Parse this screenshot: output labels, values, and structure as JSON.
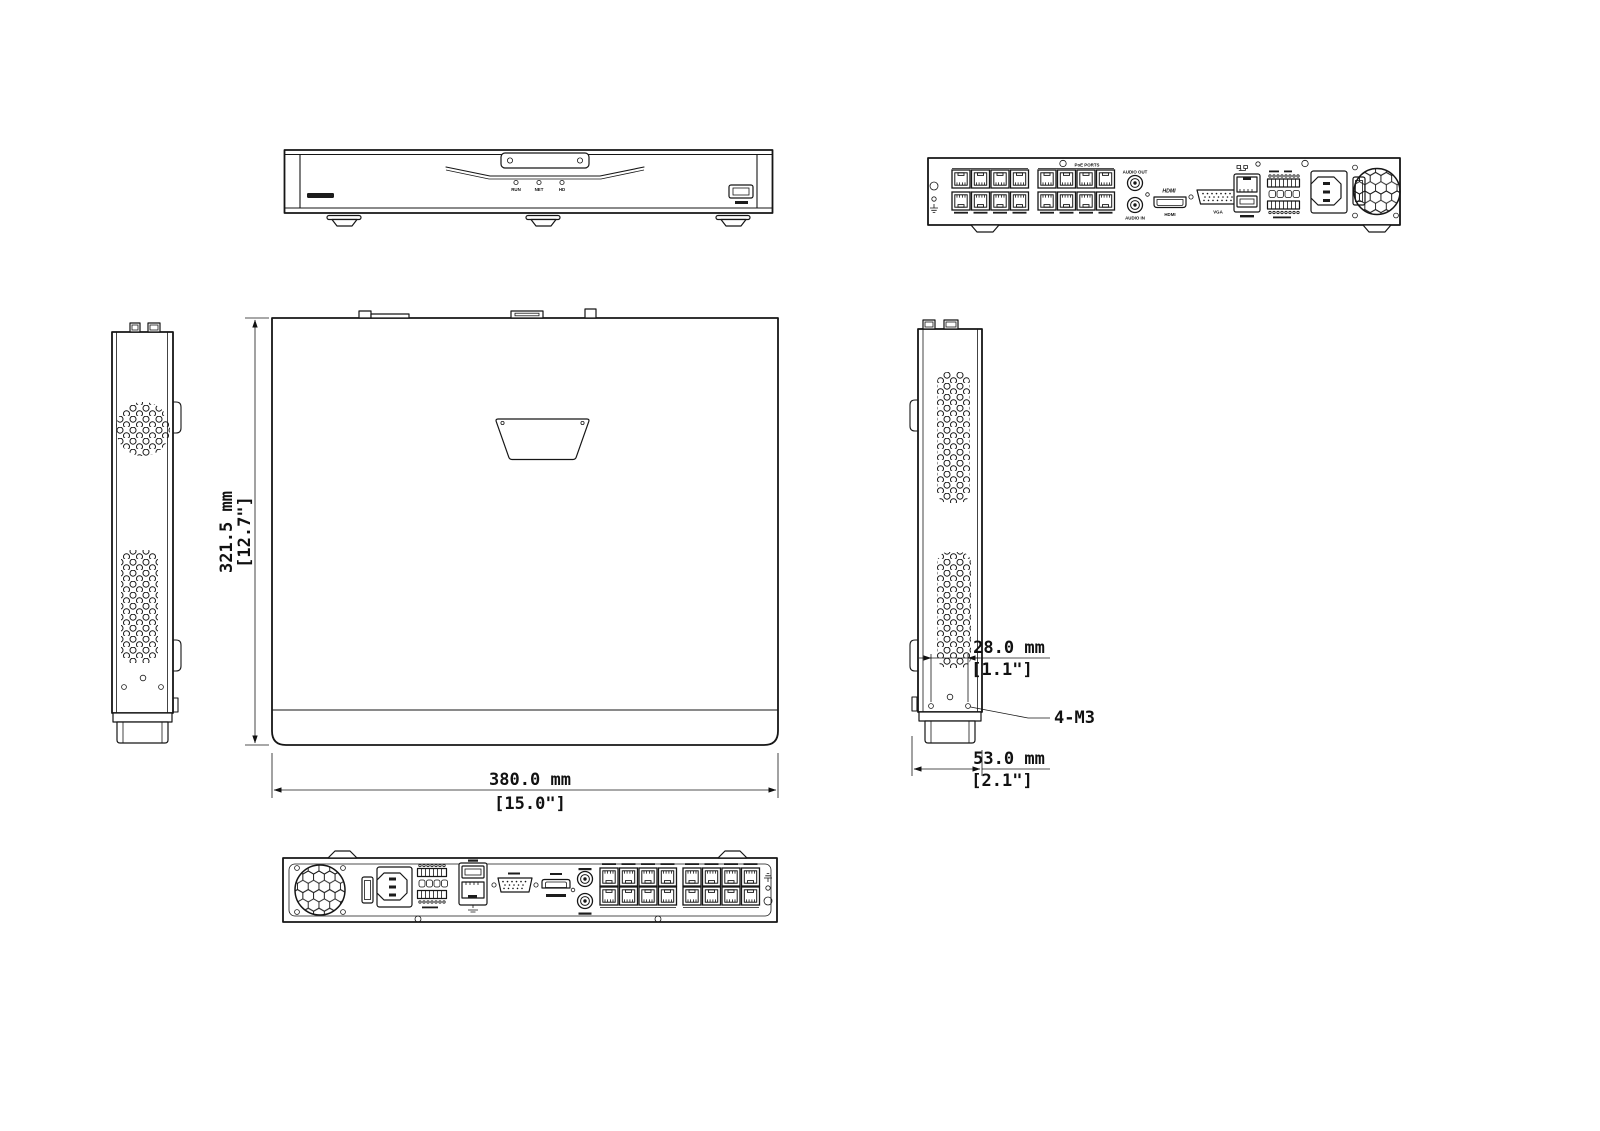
{
  "drawing": {
    "front": {
      "led_labels": [
        "RUN",
        "NET",
        "HD"
      ]
    },
    "rear": {
      "poe_ports_label": "PoE PORTS",
      "audio_out_label": "AUDIO OUT",
      "audio_in_label": "AUDIO IN",
      "hdmi_logo": "HDMI",
      "hdmi_port_label": "HDMI",
      "vga_port_label": "VGA"
    },
    "dimensions": {
      "height_mm": "321.5 mm",
      "height_in": "[12.7\"]",
      "width_mm": "380.0 mm",
      "width_in": "[15.0\"]",
      "hole_spacing_mm": "28.0 mm",
      "hole_spacing_in": "[1.1\"]",
      "depth_mm": "53.0 mm",
      "depth_in": "[2.1\"]",
      "screw_spec": "4-M3"
    }
  }
}
